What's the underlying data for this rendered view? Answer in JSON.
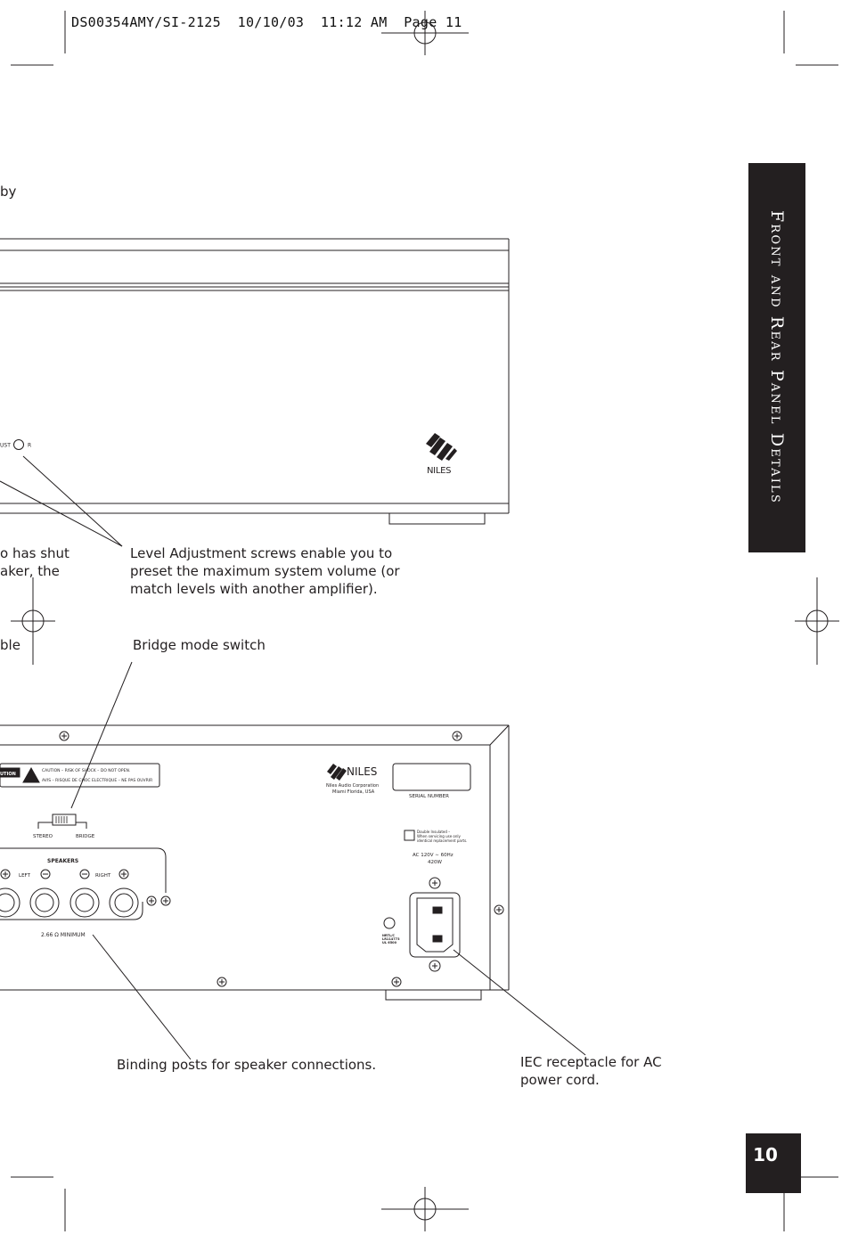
{
  "header": {
    "slug": "DS00354AMY/SI-2125  10/10/03  11:12 AM  Page 11"
  },
  "side_tab": {
    "title": "Front and Rear Panel Details"
  },
  "front_panel": {
    "partial_caption_top": "by",
    "label_adjust": "UST",
    "label_r": "R",
    "brand": "NILES"
  },
  "captions": {
    "partial_left_1": "o has shut",
    "partial_left_2": "aker, the",
    "partial_left_3": "ble",
    "level_adjustment": "Level Adjustment screws enable you to preset the maximum system volume (or match levels with another amplifier).",
    "bridge_switch": "Bridge mode switch",
    "binding_posts": "Binding posts for speaker connections.",
    "iec_receptacle": "IEC receptacle for AC power cord."
  },
  "rear_panel": {
    "caution_box": "UTION",
    "caution_line_1": "CAUTION – RISK OF SHOCK – DO NOT OPEN.",
    "caution_line_2": "AVIS – RISQUE DE CHOC ELECTRIQUE – NE PAS OUVRIR",
    "brand": "NILES",
    "company_1": "Niles Audio Corporation",
    "company_2": "Miami Florida, USA",
    "serial_label": "SERIAL NUMBER",
    "double_insulated_1": "Double Insulated –",
    "double_insulated_2": "When servicing use only",
    "double_insulated_3": "identical replacement parts.",
    "power_rating_1": "AC 120V ∼ 60Hz",
    "power_rating_2": "420W",
    "stereo_label": "STEREO",
    "bridge_label": "BRIDGE",
    "speakers_label": "SPEAKERS",
    "left_label": "LEFT",
    "right_label": "RIGHT",
    "minimum_label": "2.66 Ω MINIMUM",
    "cert_1": "NRTL/C",
    "cert_2": "LR114773",
    "cert_3": "UL 6500"
  },
  "page": {
    "number": "10"
  }
}
